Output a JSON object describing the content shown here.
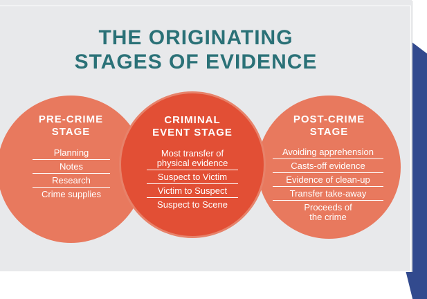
{
  "title": {
    "line1": "THE ORIGINATING",
    "line2": "STAGES OF EVIDENCE"
  },
  "stages": [
    {
      "title_lines": [
        "PRE-CRIME",
        "STAGE"
      ],
      "items": [
        {
          "lines": [
            "Planning"
          ]
        },
        {
          "lines": [
            "Notes"
          ]
        },
        {
          "lines": [
            "Research"
          ]
        },
        {
          "lines": [
            "Crime supplies"
          ]
        }
      ]
    },
    {
      "title_lines": [
        "CRIMINAL",
        "EVENT STAGE"
      ],
      "items": [
        {
          "lines": [
            "Most transfer of",
            "physical evidence"
          ]
        },
        {
          "lines": [
            "Suspect to Victim"
          ]
        },
        {
          "lines": [
            "Victim to Suspect"
          ]
        },
        {
          "lines": [
            "Suspect to Scene"
          ]
        }
      ]
    },
    {
      "title_lines": [
        "POST-CRIME",
        "STAGE"
      ],
      "items": [
        {
          "lines": [
            "Avoiding apprehension"
          ]
        },
        {
          "lines": [
            "Casts-off evidence"
          ]
        },
        {
          "lines": [
            "Evidence of clean-up"
          ]
        },
        {
          "lines": [
            "Transfer take-away"
          ]
        },
        {
          "lines": [
            "Proceeds of",
            "the crime"
          ]
        }
      ]
    }
  ],
  "colors": {
    "title": "#2a7177",
    "outer_circle": "#e8795e",
    "center_circle": "#e24f35",
    "panel": "#e8e9eb",
    "accent_shape": "#324a8e"
  }
}
